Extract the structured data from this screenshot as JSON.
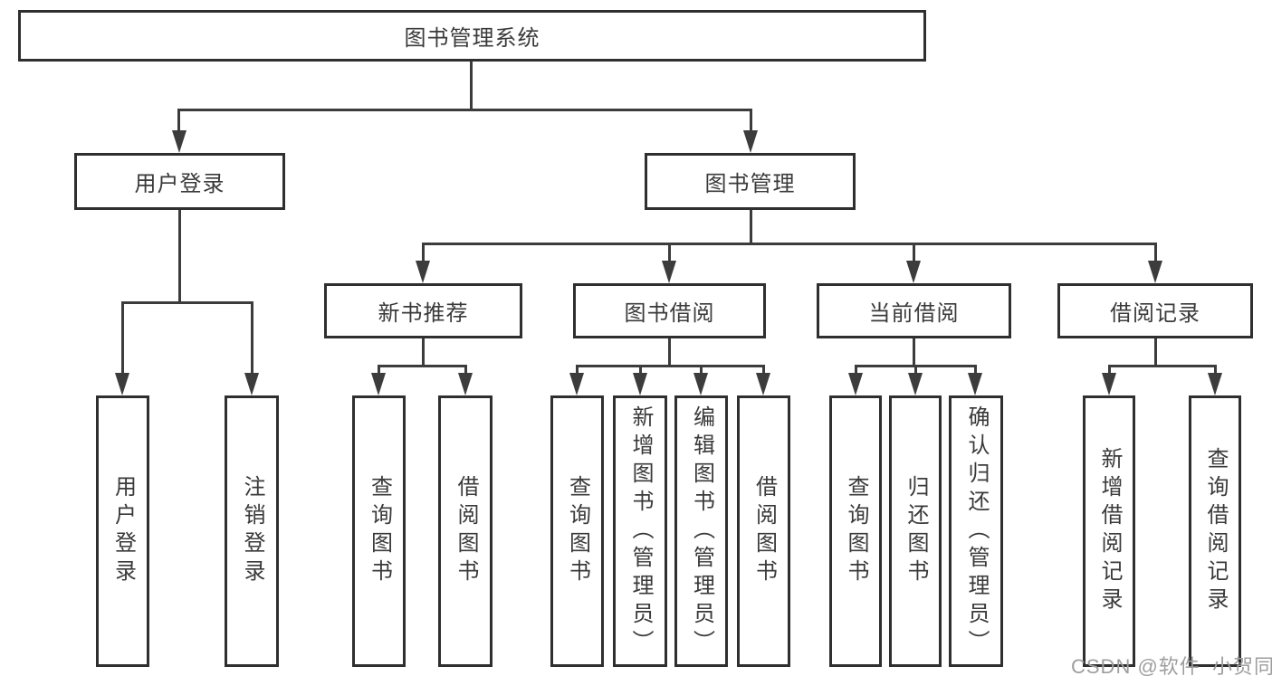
{
  "diagram": {
    "title": "图书管理系统",
    "root": {
      "label": "图书管理系统"
    },
    "level2": [
      {
        "label": "用户登录"
      },
      {
        "label": "图书管理"
      }
    ],
    "level3": [
      {
        "label": "新书推荐"
      },
      {
        "label": "图书借阅"
      },
      {
        "label": "当前借阅"
      },
      {
        "label": "借阅记录"
      }
    ],
    "leaves": {
      "user_login": [
        "用户登录",
        "注销登录"
      ],
      "new_book": [
        "查询图书",
        "借阅图书"
      ],
      "book_borrow": [
        "查询图书",
        "新增图书（管理员）",
        "编辑图书（管理员）",
        "借阅图书"
      ],
      "current_borrow": [
        "查询图书",
        "归还图书",
        "确认归还（管理员）"
      ],
      "borrow_record": [
        "新增借阅记录",
        "查询借阅记录"
      ]
    }
  },
  "watermark": "CSDN @软件_小贺同学",
  "colors": {
    "line": "#3c3c3c",
    "border": "#2f2f2f",
    "text": "#3a3a3a",
    "watermark": "#9e9e9e",
    "background": "#ffffff"
  }
}
